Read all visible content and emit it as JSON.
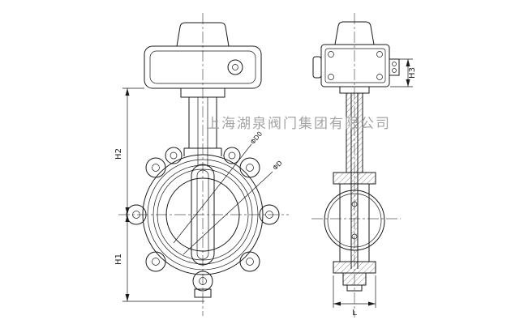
{
  "watermark": {
    "text": "上海湖泉阀门集团有限公司"
  },
  "labels": {
    "h1": "H1",
    "h2": "H2",
    "h3": "H3",
    "l": "L",
    "leader_top": "ΦD0",
    "leader_bottom": "ΦD"
  },
  "colors": {
    "line": "#1a1a1a",
    "watermark": "#9a9a9a",
    "background": "#ffffff"
  }
}
